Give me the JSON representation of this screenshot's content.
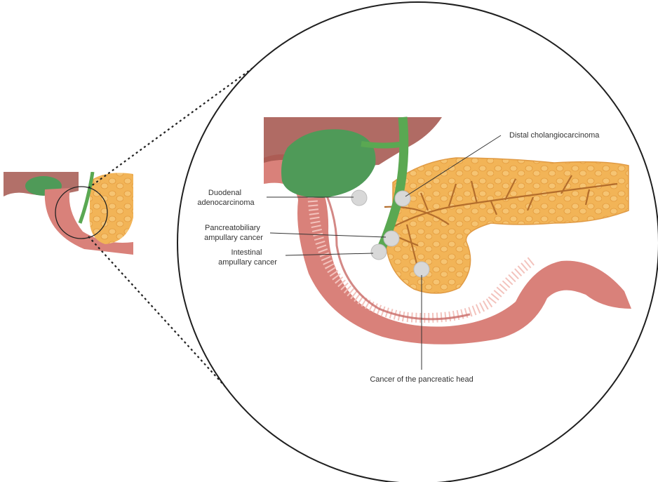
{
  "labels": {
    "distal": "Distal cholangiocarcinoma",
    "duodenal_line1": "Duodenal",
    "duodenal_line2": "adenocarcinoma",
    "pancreatobiliary_line1": "Pancreatobiliary",
    "pancreatobiliary_line2": "ampullary cancer",
    "intestinal_line1": "Intestinal",
    "intestinal_line2": "ampullary cancer",
    "pancreatic_head": "Cancer of the pancreatic head"
  },
  "colors": {
    "liver": "#a5574f",
    "gallbladder": "#4f9a58",
    "bile_duct": "#5aa852",
    "duodenum_outer": "#d9817a",
    "duodenum_inner": "#c86a66",
    "duodenum_lining": "#f3c3bd",
    "pancreas": "#f2b457",
    "pancreas_ducts": "#b36d2c",
    "tumor": "#d8d8d8",
    "line": "#333333"
  }
}
